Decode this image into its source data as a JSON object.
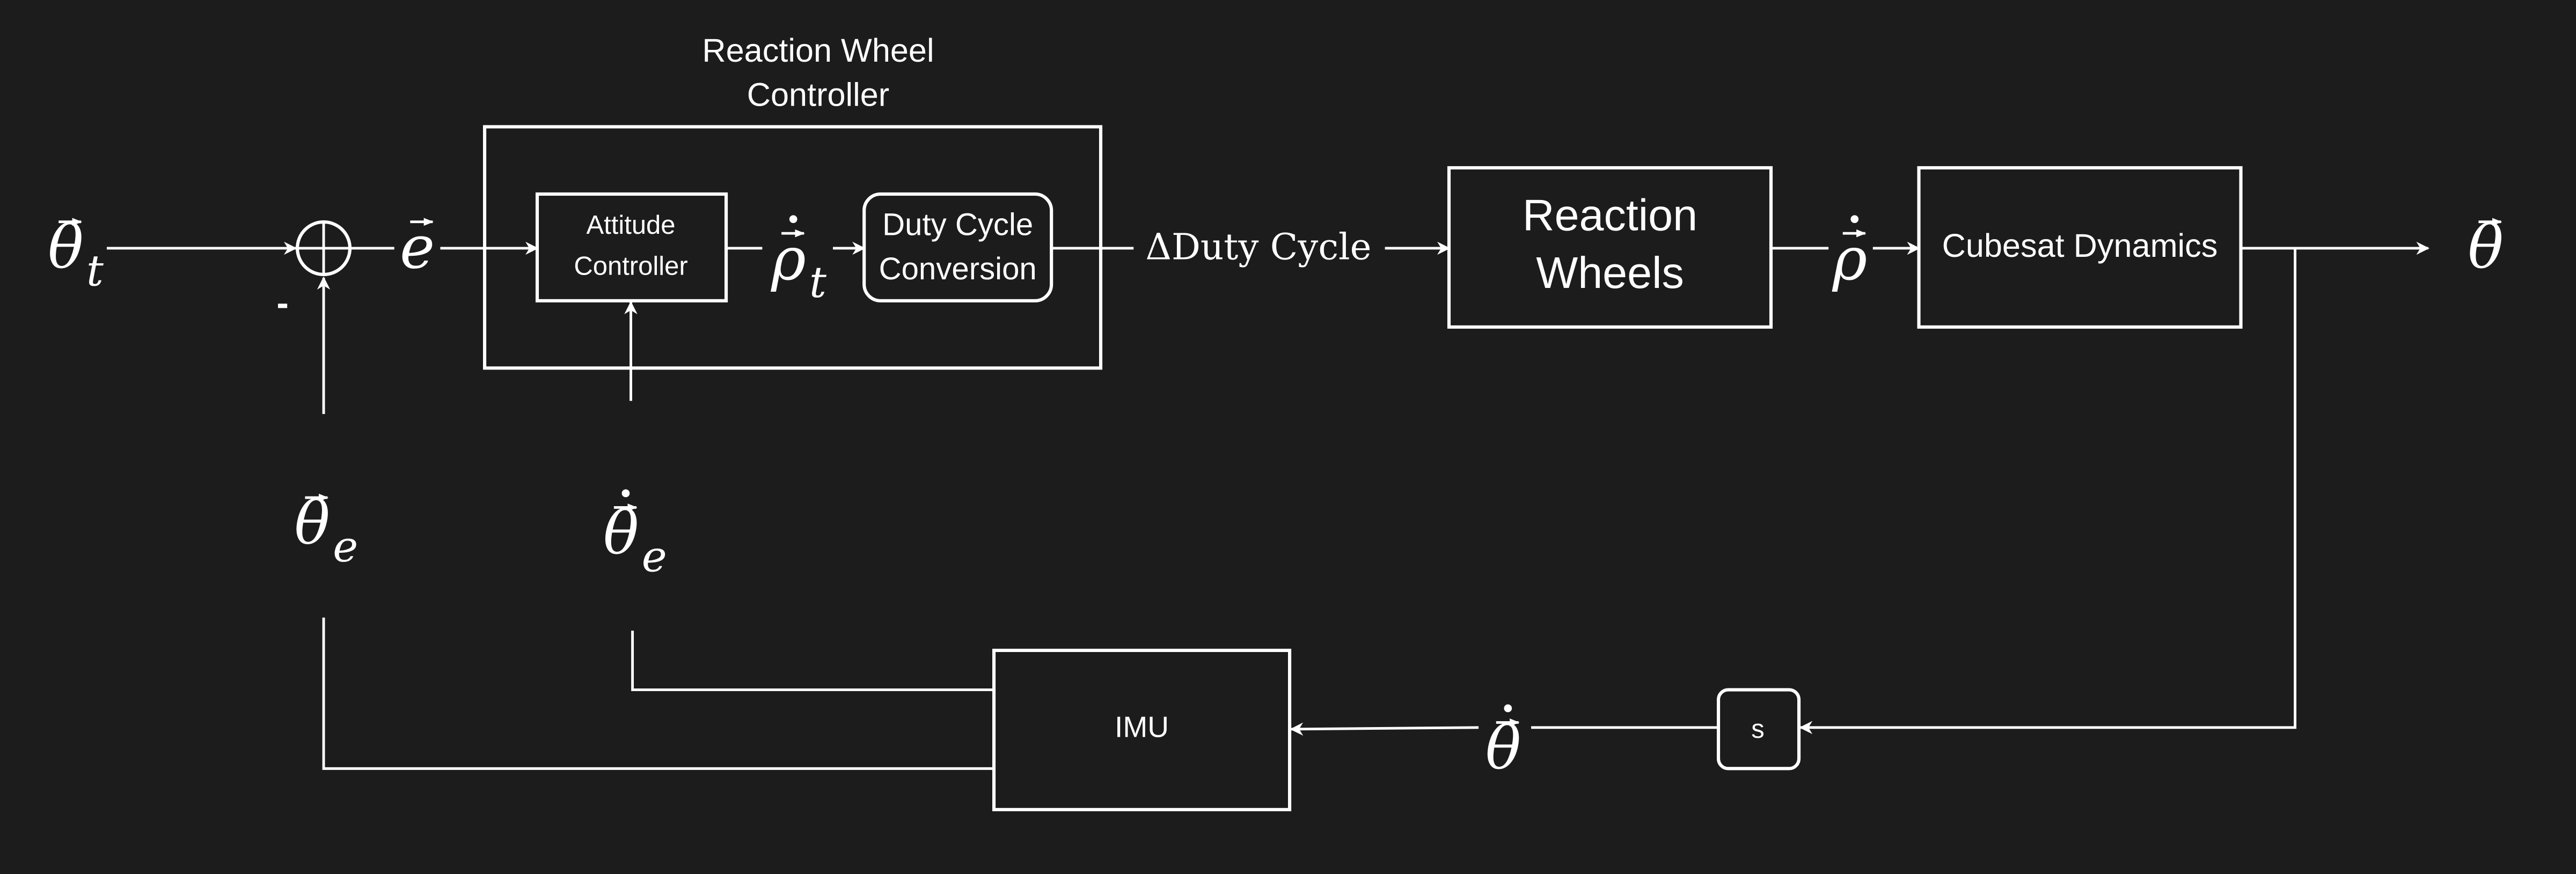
{
  "colors": {
    "background": "#1c1c1c",
    "foreground": "#ffffff"
  },
  "blocks": {
    "outer_title_line1": "Reaction Wheel",
    "outer_title_line2": "Controller",
    "attitude_line1": "Attitude",
    "attitude_line2": "Controller",
    "duty_line1": "Duty Cycle",
    "duty_line2": "Conversion",
    "reaction_line1": "Reaction",
    "reaction_line2": "Wheels",
    "cubesat": "Cubesat Dynamics",
    "imu": "IMU",
    "derivative": "s"
  },
  "summing_sign": "-",
  "delta_duty_cycle": "ΔDuty Cycle",
  "signals": {
    "theta_t": {
      "symbol": "θ",
      "sub": "t",
      "vector": true,
      "dot": false
    },
    "e": {
      "symbol": "e",
      "sub": "",
      "vector": true,
      "dot": false
    },
    "rho_dot_t": {
      "symbol": "ρ",
      "sub": "t",
      "vector": true,
      "dot": true
    },
    "rho_dot": {
      "symbol": "ρ",
      "sub": "",
      "vector": true,
      "dot": true
    },
    "theta": {
      "symbol": "θ",
      "sub": "",
      "vector": true,
      "dot": false
    },
    "theta_e": {
      "symbol": "θ",
      "sub": "e",
      "vector": true,
      "dot": false
    },
    "theta_dot_e": {
      "symbol": "θ",
      "sub": "e",
      "vector": true,
      "dot": true
    },
    "theta_dot": {
      "symbol": "θ",
      "sub": "",
      "vector": true,
      "dot": true
    }
  }
}
